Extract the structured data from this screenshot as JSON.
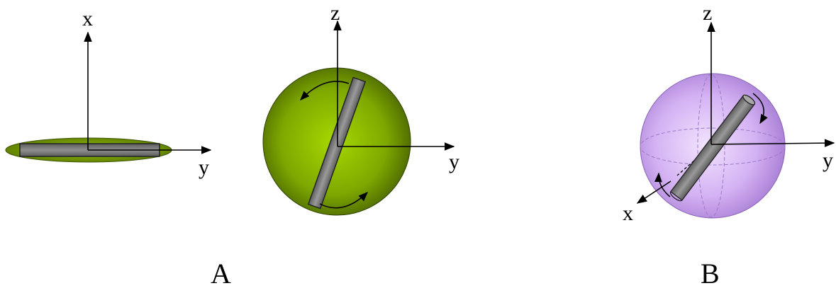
{
  "diagram": {
    "panel_a": {
      "label": "A",
      "disk_view": {
        "axis_vertical": "x",
        "axis_horizontal": "y"
      },
      "sphere_view": {
        "axis_vertical": "z",
        "axis_horizontal": "y"
      }
    },
    "panel_b": {
      "label": "B",
      "sphere_view": {
        "axis_vertical": "z",
        "axis_horizontal": "y",
        "axis_diagonal": "x"
      }
    },
    "colors": {
      "green_light": "#9ad100",
      "green_dark": "#4e6a00",
      "purple_light": "#ead4ff",
      "purple_dark": "#a97fd8",
      "rod": "#7d7d7d"
    }
  }
}
